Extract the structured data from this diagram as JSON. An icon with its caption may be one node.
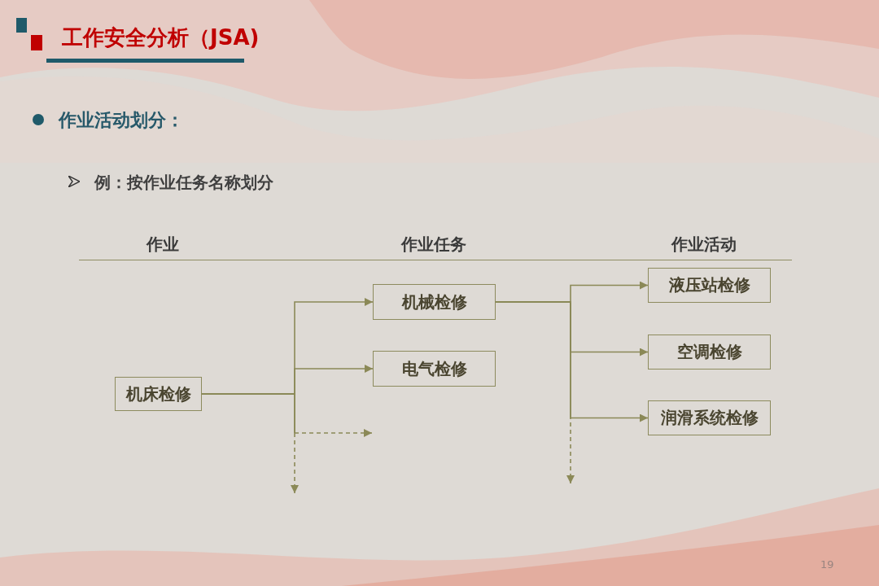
{
  "diagram": {
    "title": "工作安全分析（JSA)",
    "nodes": [
      {
        "text": [
          "机床检修"
        ]
      },
      {
        "text": [
          "机械检修"
        ]
      },
      {
        "text": [
          "电气检修"
        ]
      },
      {
        "text": [
          "液压站检修"
        ]
      },
      {
        "text": [
          "空调检修"
        ]
      },
      {
        "text": [
          "润滑系统检修"
        ]
      }
    ],
    "edges": [
      {
        "from": 0,
        "to": 1,
        "arrow": "to"
      },
      {
        "from": 0,
        "to": 2,
        "arrow": "to"
      },
      {
        "from": 0,
        "to": null,
        "arrow": "to",
        "style": "dashed"
      },
      {
        "from": 0,
        "to": null,
        "arrow": "to",
        "style": "dashed"
      },
      {
        "from": 1,
        "to": 3,
        "arrow": "to"
      },
      {
        "from": 1,
        "to": 4,
        "arrow": "to"
      },
      {
        "from": 1,
        "to": 5,
        "arrow": "to"
      },
      {
        "from": 1,
        "to": null,
        "arrow": "to",
        "style": "dashed"
      }
    ],
    "labels": [
      "作业活动划分：",
      "例：按作业任务名称划分",
      "作业",
      "作业任务",
      "作业活动",
      "19"
    ]
  }
}
